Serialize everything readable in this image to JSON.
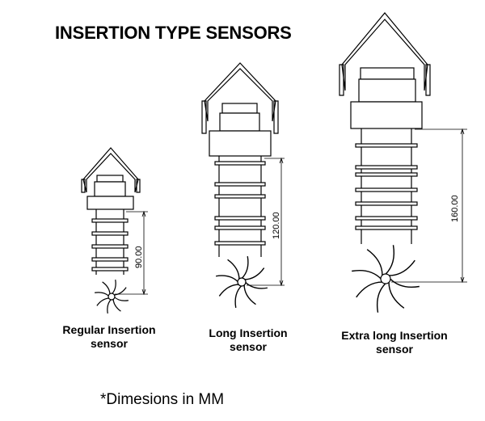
{
  "title": "INSERTION TYPE SENSORS",
  "sensors": [
    {
      "caption_line1": "Regular Insertion",
      "caption_line2": "sensor",
      "dimension": "90.00"
    },
    {
      "caption_line1": "Long Insertion",
      "caption_line2": "sensor",
      "dimension": "120.00"
    },
    {
      "caption_line1": "Extra long Insertion",
      "caption_line2": "sensor",
      "dimension": "160.00"
    }
  ],
  "footnote": "*Dimesions in MM"
}
